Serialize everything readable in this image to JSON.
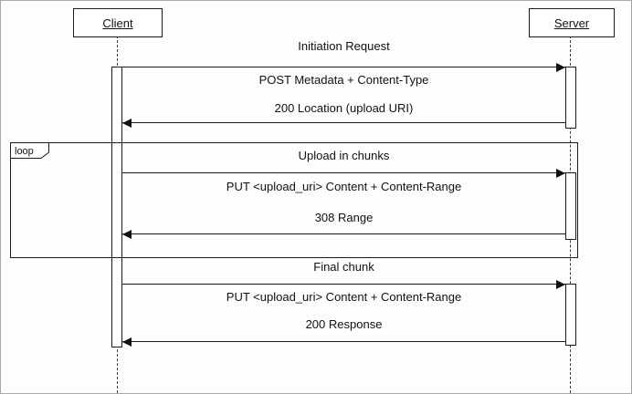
{
  "diagram": {
    "type": "sequence-diagram",
    "colors": {
      "line": "#1a1a1a",
      "background": "#ffffff"
    },
    "actors": [
      {
        "name": "Client"
      },
      {
        "name": "Server"
      }
    ],
    "loop_label": "loop",
    "phases": [
      {
        "title": "Initiation Request",
        "request": "POST Metadata + Content-Type",
        "response": "200 Location (upload URI)"
      },
      {
        "title": "Upload in chunks",
        "request": "PUT <upload_uri> Content + Content-Range",
        "response": "308 Range",
        "fragment": "loop"
      },
      {
        "title": "Final chunk",
        "request": "PUT <upload_uri> Content + Content-Range",
        "response": "200 Response"
      }
    ]
  }
}
